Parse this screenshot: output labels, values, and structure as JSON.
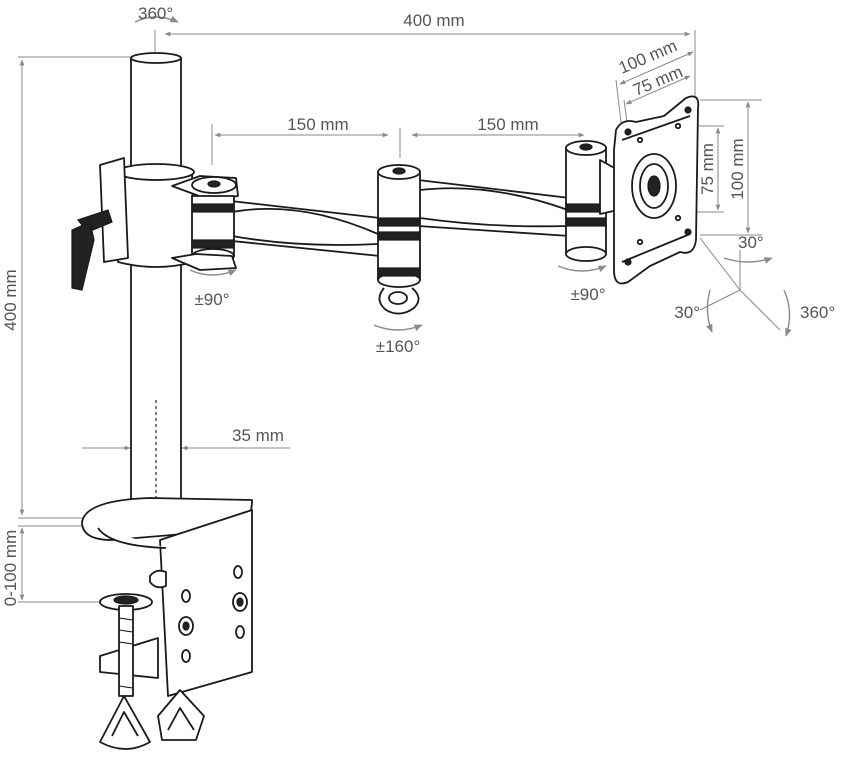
{
  "labels": {
    "pole_rotation": "360°",
    "total_reach": "400 mm",
    "vesa_100_diag": "100 mm",
    "vesa_75_diag": "75 mm",
    "arm_segment_1": "150 mm",
    "arm_segment_2": "150 mm",
    "vesa_75_vert": "75 mm",
    "vesa_100_vert": "100 mm",
    "pole_height": "400 mm",
    "joint_1_rotation": "±90°",
    "joint_2_rotation": "±160°",
    "joint_3_rotation": "±90°",
    "tilt_30_top": "30°",
    "tilt_30_side": "30°",
    "plate_rotation": "360°",
    "pole_diameter": "35 mm",
    "clamp_range": "0-100 mm"
  },
  "colors": {
    "outline": "#1a1a1a",
    "dimension": "#8a8a8a",
    "label": "#555555"
  }
}
